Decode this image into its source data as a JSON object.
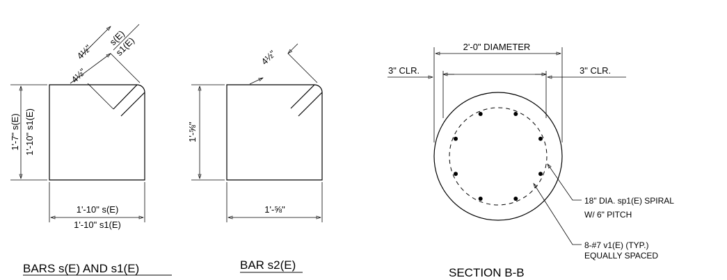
{
  "bars_s_s1": {
    "title": "BARS s(E) AND s1(E)",
    "hook_top_s": "s(E)",
    "hook_top_s1": "s1(E)",
    "hook_len_outer": "4½\"",
    "hook_len_inner": "4½\"",
    "height_s": "1'-7\" s(E)",
    "height_s1": "1'-10\" s1(E)",
    "width_s": "1'-10\" s(E)",
    "width_s1": "1'-10\" s1(E)"
  },
  "bar_s2": {
    "title": "BAR s2(E)",
    "hook_len": "4½\"",
    "height": "1'-⅝\"",
    "width": "1'-⅝\""
  },
  "section_bb": {
    "title": "SECTION B-B",
    "diameter": "2'-0\" DIAMETER",
    "clr_left": "3\" CLR.",
    "clr_right": "3\" CLR.",
    "spiral_note_1": "18\" DIA. sp1(E) SPIRAL",
    "spiral_note_2": "W/ 6\" PITCH",
    "bars_note_1": "8-#7 v1(E) (TYP.)",
    "bars_note_2": "EQUALLY SPACED",
    "longitudinal_bar_count": 8
  }
}
